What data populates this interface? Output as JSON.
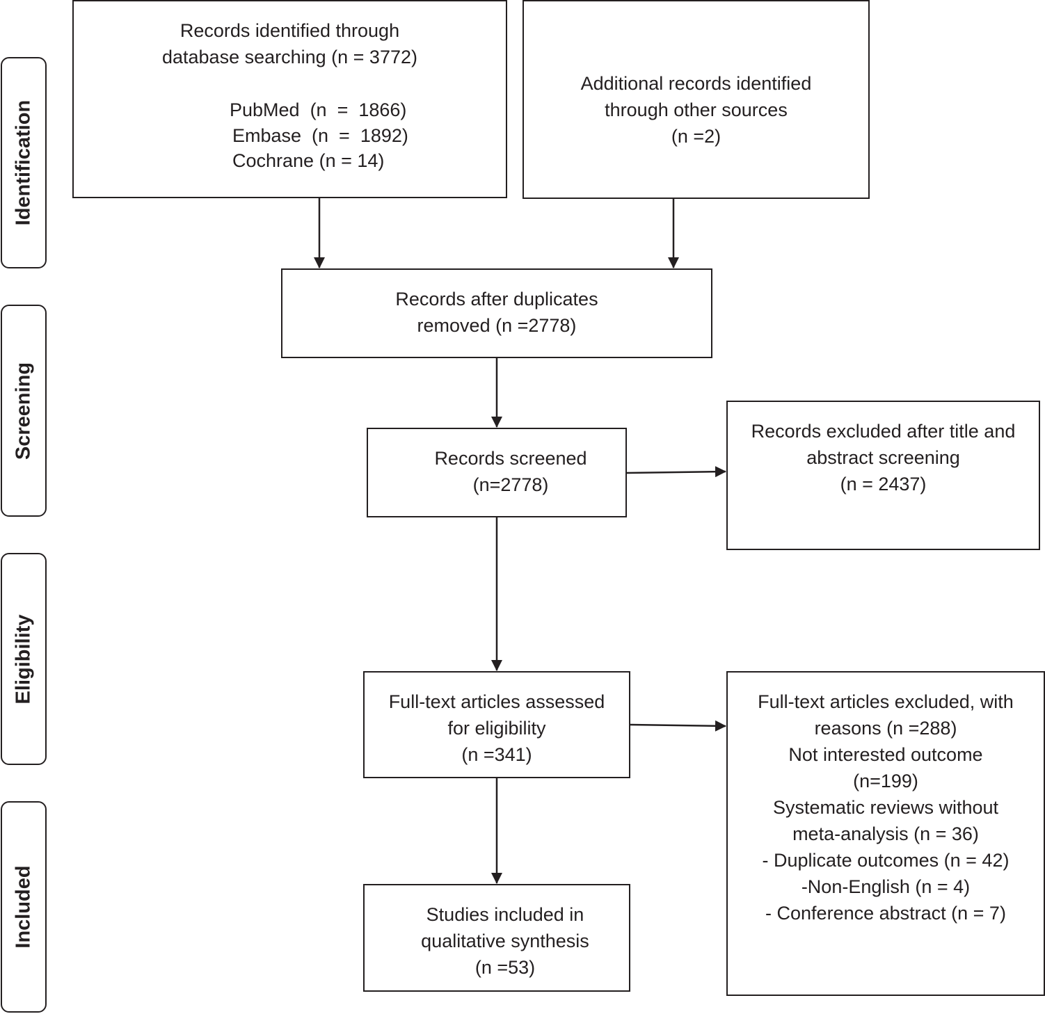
{
  "stages": [
    {
      "id": "identification",
      "label": "Identification"
    },
    {
      "id": "screening",
      "label": "Screening"
    },
    {
      "id": "eligibility",
      "label": "Eligibility"
    },
    {
      "id": "included",
      "label": "Included"
    }
  ],
  "boxes": {
    "database_search": {
      "lines": [
        "Records identified through",
        "database searching (n = 3772)",
        "",
        "PubMed  (n  =  1866)",
        "Embase  (n  =  1892)",
        "Cochrane (n = 14)"
      ]
    },
    "other_sources": {
      "lines": [
        "Additional records identified",
        "through other sources",
        "(n =2)"
      ]
    },
    "duplicates_removed": {
      "lines": [
        "Records after duplicates",
        "removed (n =2778)"
      ]
    },
    "screened": {
      "lines": [
        "Records screened",
        "(n=2778)"
      ]
    },
    "excluded_screening": {
      "lines": [
        "Records excluded after title and",
        "abstract screening",
        "(n = 2437)"
      ]
    },
    "fulltext_assessed": {
      "lines": [
        "Full-text articles assessed",
        "for eligibility",
        "(n =341)"
      ]
    },
    "fulltext_excluded": {
      "lines": [
        "Full-text articles excluded, with",
        "reasons (n =288)",
        "Not interested outcome",
        "(n=199)",
        "Systematic reviews without",
        "meta-analysis (n = 36)",
        "- Duplicate outcomes (n = 42)",
        "-Non-English (n = 4)",
        "- Conference abstract (n = 7)"
      ]
    },
    "included": {
      "lines": [
        "Studies included in",
        "qualitative synthesis",
        "(n =53)"
      ]
    }
  },
  "colors": {
    "stroke": "#231f20",
    "background": "#ffffff"
  }
}
